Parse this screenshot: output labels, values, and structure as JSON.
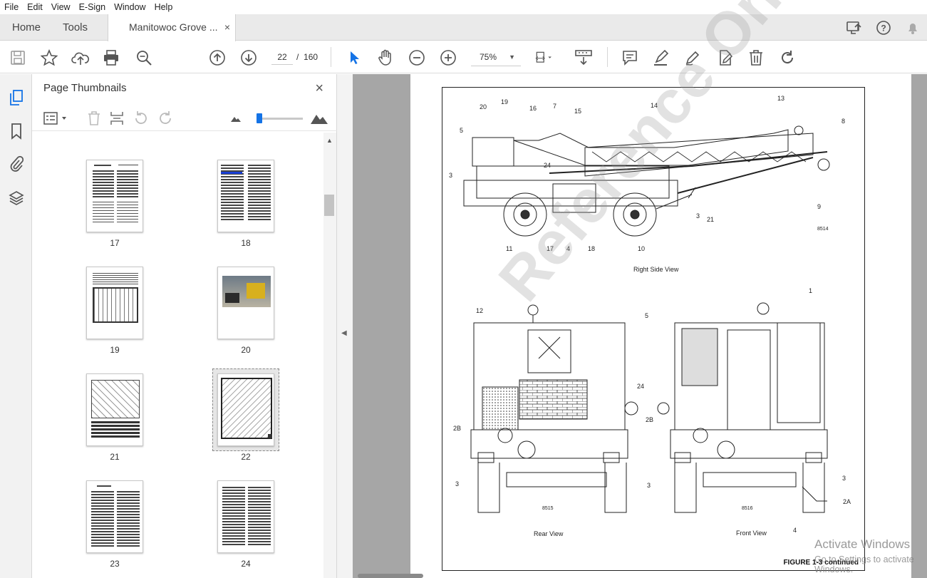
{
  "menu": [
    "File",
    "Edit",
    "View",
    "E-Sign",
    "Window",
    "Help"
  ],
  "tabs": {
    "home": "Home",
    "tools": "Tools",
    "document": "Manitowoc Grove ...",
    "close": "×"
  },
  "toolbar": {
    "page_current": "22",
    "page_sep": "/",
    "page_total": "160",
    "zoom": "75%"
  },
  "panel": {
    "title": "Page Thumbnails",
    "close": "×"
  },
  "thumbnails": [
    {
      "label": "17"
    },
    {
      "label": "18"
    },
    {
      "label": "19"
    },
    {
      "label": "20"
    },
    {
      "label": "21"
    },
    {
      "label": "22"
    },
    {
      "label": "23"
    },
    {
      "label": "24"
    }
  ],
  "document": {
    "callouts": [
      "20",
      "19",
      "16",
      "7",
      "15",
      "14",
      "13",
      "8",
      "5",
      "24",
      "3",
      "3",
      "21",
      "9",
      "11",
      "17",
      "4",
      "18",
      "10",
      "8514",
      "12",
      "5",
      "1",
      "24",
      "2B",
      "2B",
      "3",
      "3",
      "3",
      "2A",
      "8515",
      "8516",
      "4"
    ],
    "captions": {
      "right_side": "Right Side View",
      "rear": "Rear View",
      "front": "Front View",
      "figure": "FIGURE 1-3 continued"
    },
    "watermark": "Reference Only"
  },
  "system": {
    "activate_title": "Activate Windows",
    "activate_sub": "Go to Settings to activate Windows."
  },
  "colors": {
    "accent": "#1473e6",
    "chrome": "#eaeaea",
    "viewer_bg": "#a6a6a6"
  }
}
